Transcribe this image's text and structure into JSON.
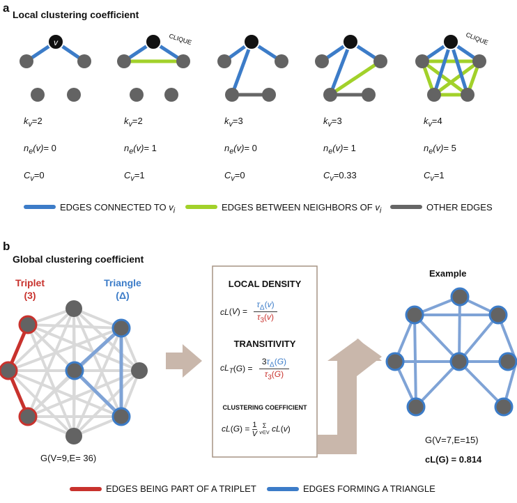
{
  "panel_a": {
    "letter": "a",
    "title": "Local clustering coefficient",
    "v_label": "v",
    "clique_label": "CLIQUE",
    "columns": [
      {
        "k": "2",
        "ne": "0",
        "c": "0"
      },
      {
        "k": "2",
        "ne": "1",
        "c": "1"
      },
      {
        "k": "3",
        "ne": "0",
        "c": "0"
      },
      {
        "k": "3",
        "ne": "1",
        "c": "0.33"
      },
      {
        "k": "4",
        "ne": "5",
        "c": "1"
      }
    ],
    "legend": [
      {
        "label": "EDGES CONNECTED TO ",
        "sub": "v",
        "subsub": "i",
        "color": "#3c7cc8"
      },
      {
        "label": "EDGES BETWEEN NEIGHBORS OF ",
        "sub": "v",
        "subsub": "i",
        "color": "#a2d12a"
      },
      {
        "label": "OTHER EDGES",
        "color": "#666666"
      }
    ]
  },
  "panel_b": {
    "letter": "b",
    "title": "Global clustering coefficient",
    "triplet_label": "Triplet",
    "triplet_count": "(3)",
    "triangle_label": "Triangle",
    "triangle_symbol": "(Δ)",
    "left_caption": "G(V=9,E= 36)",
    "box": {
      "local_density": "LOCAL DENSITY",
      "transitivity": "TRANSITIVITY",
      "clustering_coefficient": "CLUSTERING COEFFICIENT"
    },
    "example_title": "Example",
    "example_caption": "G(V=7,E=15)",
    "example_result": "cL(G) = 0.814",
    "legend": [
      {
        "label": "EDGES BEING PART OF A TRIPLET",
        "color": "#c8322d"
      },
      {
        "label": "EDGES FORMING A TRIANGLE",
        "color": "#3c7cc8"
      }
    ]
  },
  "colors": {
    "blue": "#3c7cc8",
    "green": "#a2d12a",
    "gray_edge": "#666666",
    "node_gray": "#636363",
    "red": "#c8322d",
    "light_edge": "#d9d9d9",
    "arrow": "#c9b7ab"
  }
}
